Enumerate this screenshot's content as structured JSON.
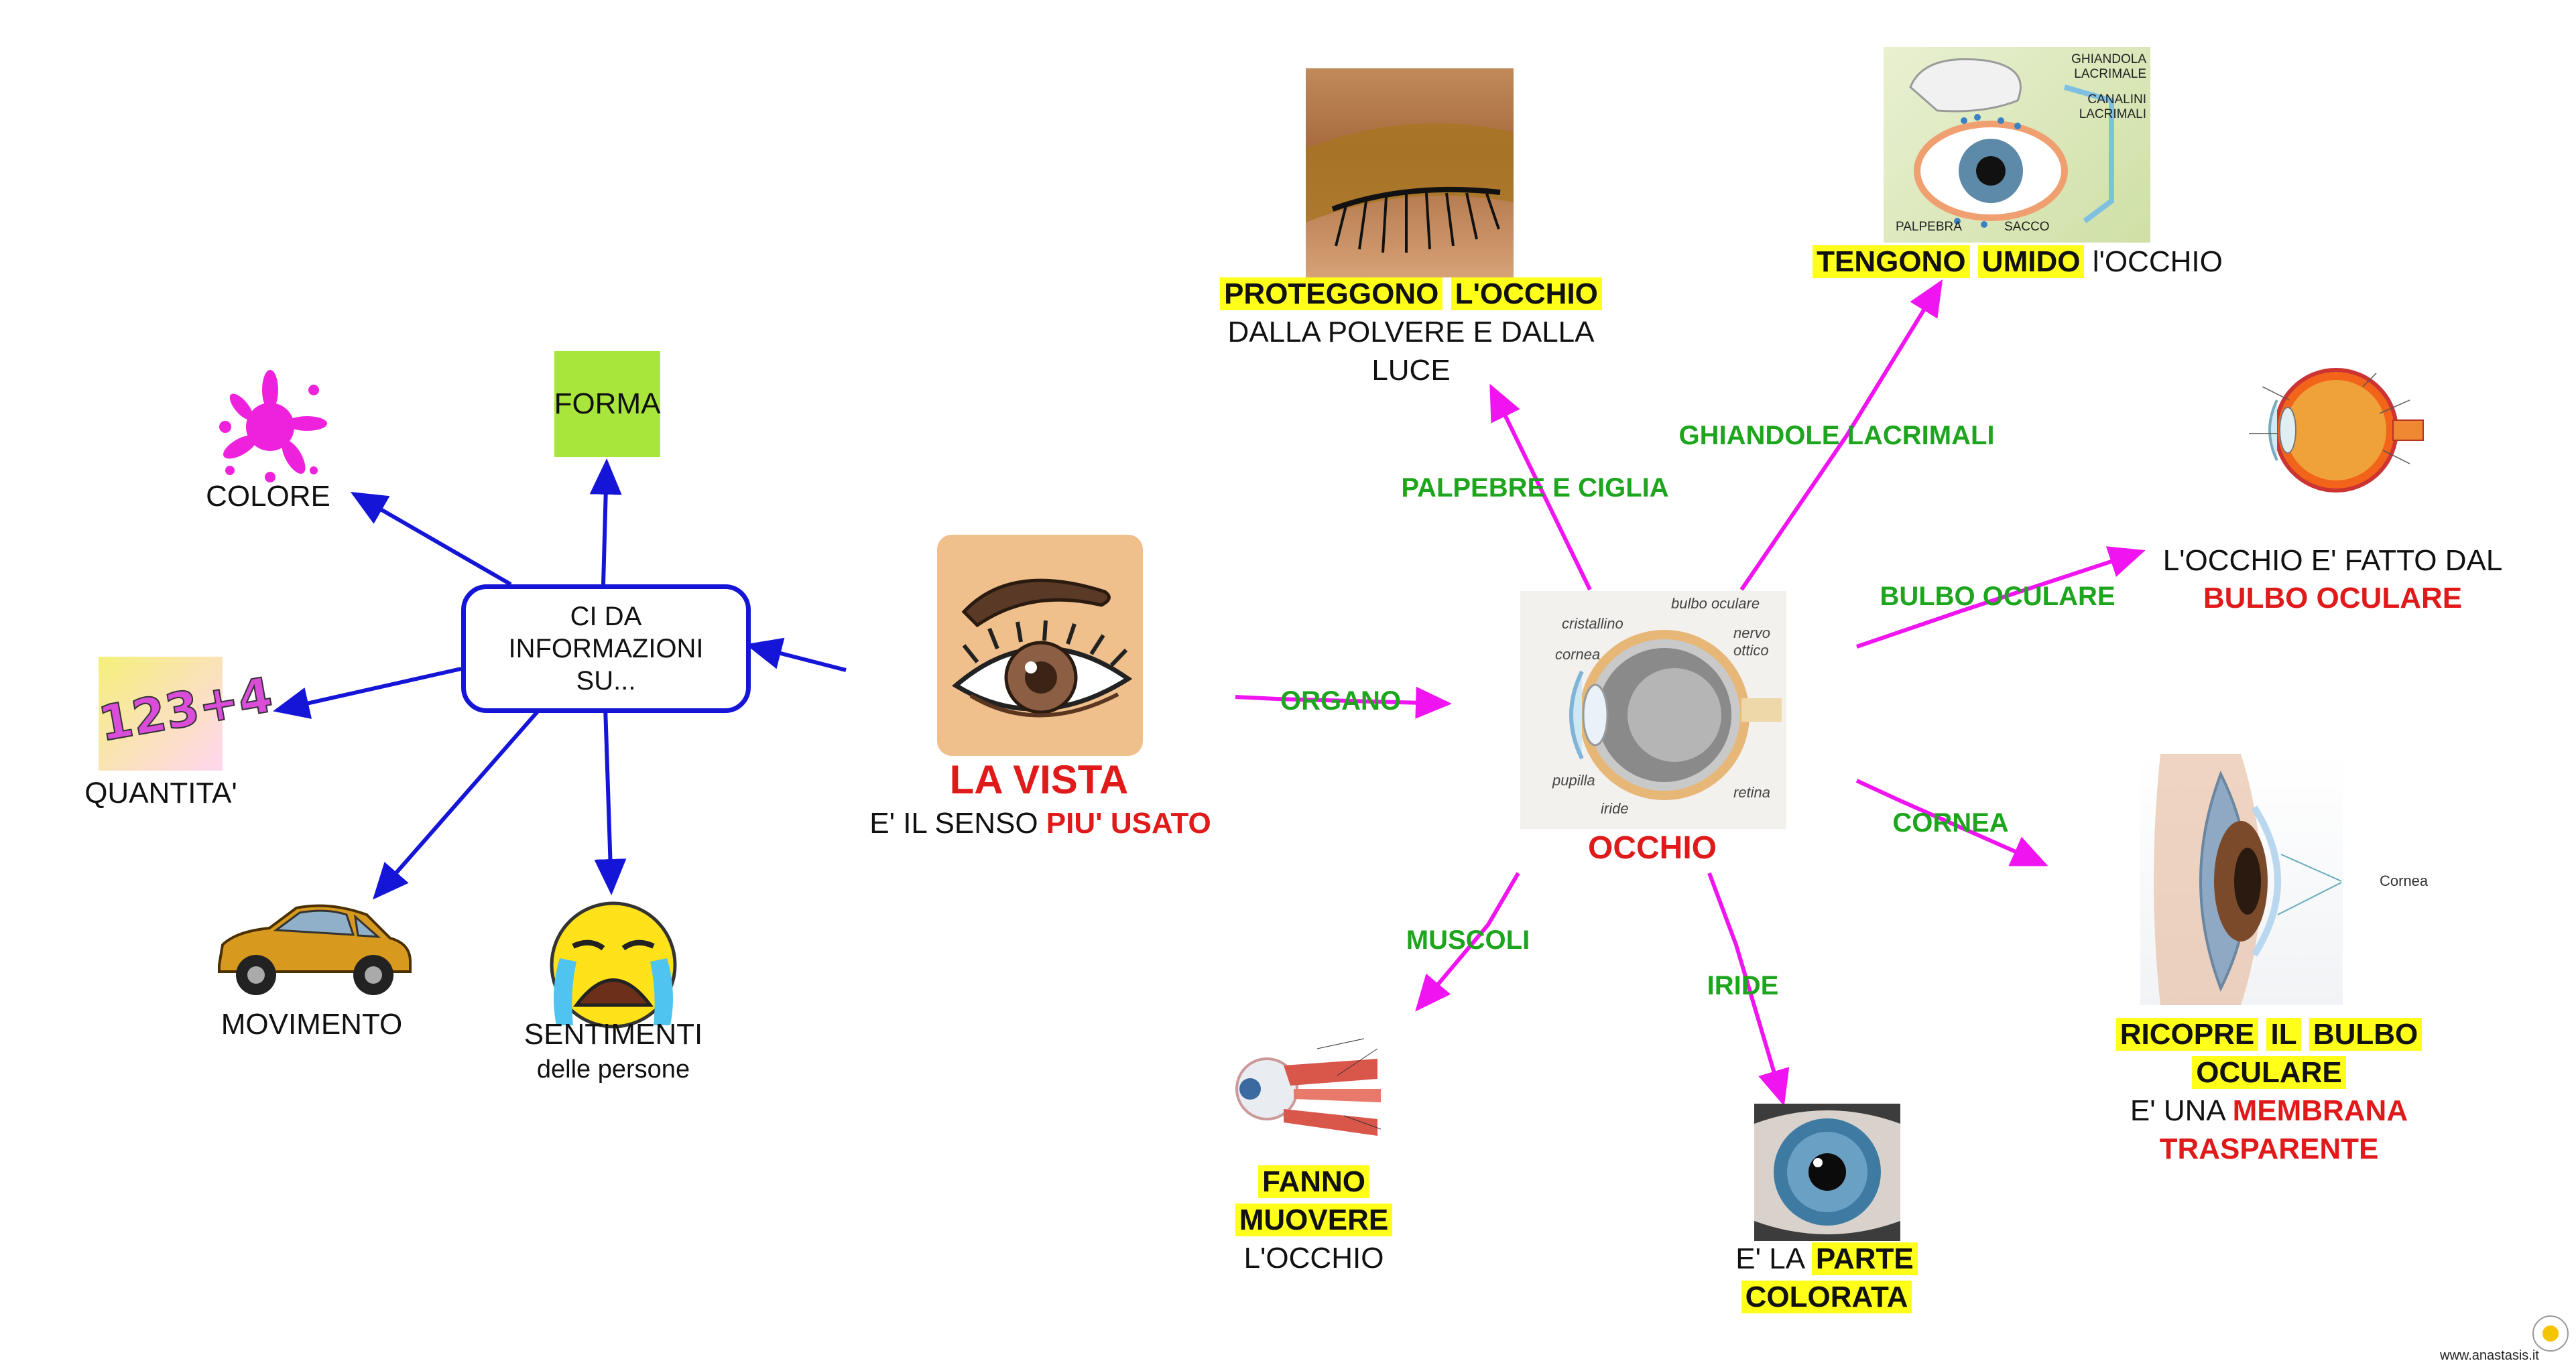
{
  "center": {
    "title": "LA VISTA",
    "subtitle_pre": "E' IL SENSO",
    "subtitle_hl": "PIU' USATO"
  },
  "left": {
    "box_text": "CI DA INFORMAZIONI SU...",
    "forma": "FORMA",
    "colore": "COLORE",
    "quantita": "QUANTITA'",
    "movimento": "MOVIMENTO",
    "sentimenti": "SENTIMENTI",
    "sentimenti_sub": "delle persone",
    "quantita_icon": "123+4"
  },
  "organo": {
    "link": "ORGANO",
    "occhio": "OCCHIO",
    "diagram_labels": {
      "cristallino": "cristallino",
      "bulbo": "bulbo oculare",
      "cornea": "cornea",
      "nervo": "nervo ottico",
      "pupilla": "pupilla",
      "iride": "iride",
      "retina": "retina"
    }
  },
  "palpebre": {
    "link": "PALPEBRE E CIGLIA",
    "hl1": "PROTEGGONO",
    "hl2": "L'OCCHIO",
    "line2": "DALLA POLVERE E DALLA",
    "line3": "LUCE"
  },
  "ghiandole": {
    "link": "GHIANDOLE LACRIMALI",
    "hl1": "TENGONO",
    "hl2": "UMIDO",
    "rest": "l'OCCHIO",
    "img_labels": {
      "ghiandola": "GHIANDOLA LACRIMALE",
      "canalini": "CANALINI LACRIMALI",
      "palpebra": "PALPEBRA",
      "sacco": "SACCO"
    }
  },
  "bulbo": {
    "link": "BULBO OCULARE",
    "line1": "L'OCCHIO E' FATTO DAL",
    "line2": "BULBO OCULARE"
  },
  "cornea": {
    "link": "CORNEA",
    "hl1": "RICOPRE",
    "hl2": "IL",
    "hl3": "BULBO",
    "hl4": "OCULARE",
    "pre": "E' UNA",
    "red1": "MEMBRANA",
    "red2": "TRASPARENTE",
    "img_label": "Cornea"
  },
  "muscoli": {
    "link": "MUSCOLI",
    "hl1": "FANNO",
    "hl2": "MUOVERE",
    "rest": "L'OCCHIO"
  },
  "iride": {
    "link": "IRIDE",
    "pre": "E' LA",
    "hl1": "PARTE",
    "hl2": "COLORATA"
  },
  "footer": {
    "site": "www.anastasis.it"
  },
  "colors": {
    "blue": "#1515d8",
    "magenta": "#f014f0",
    "green": "#1ea51e",
    "red": "#e01a1a",
    "highlight": "#ffff1a"
  }
}
